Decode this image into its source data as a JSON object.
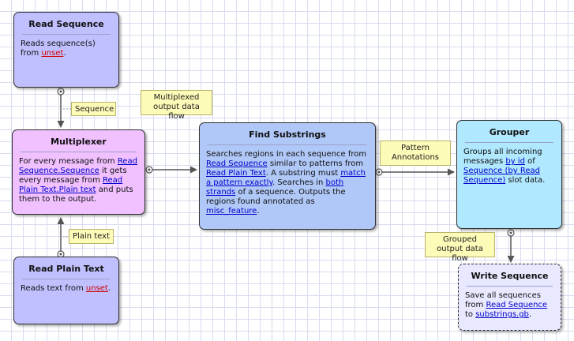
{
  "nodes": {
    "read_sequence": {
      "title": "Read Sequence",
      "desc_prefix": "Reads sequence(s) from ",
      "link": "unset",
      "desc_suffix": "."
    },
    "multiplexer": {
      "title": "Multiplexer",
      "t1": "For every message from ",
      "l1": "Read Sequence.Sequence",
      "t2": " it gets every message from ",
      "l2": "Read Plain Text.Plain text",
      "t3": " and puts them to the output."
    },
    "read_plain_text": {
      "title": "Read Plain Text",
      "desc_prefix": "Reads text from ",
      "link": "unset",
      "desc_suffix": "."
    },
    "find_substrings": {
      "title": "Find Substrings",
      "t1": "Searches regions in each sequence from ",
      "l1": "Read Sequence",
      "t2": " similar to patterns from ",
      "l2": "Read Plain Text",
      "t3": ". A substring must ",
      "l3": "match a pattern exactly",
      "t4": ". Searches in ",
      "l4": "both strands",
      "t5": " of a sequence. Outputs the regions found annotated as ",
      "l5": "misc_feature",
      "t6": "."
    },
    "grouper": {
      "title": "Grouper",
      "t1": "Groups all incoming messages ",
      "l1": "by id",
      "t2": " of ",
      "l2": "Sequence (by Read Sequence)",
      "t3": " slot data."
    },
    "write_sequence": {
      "title": "Write Sequence",
      "t1": "Save all sequences from ",
      "l1": "Read Sequence",
      "t2": " to ",
      "l2": "substrings.gb",
      "t3": "."
    }
  },
  "notes": {
    "sequence": "Sequence",
    "multiplexed": "Multiplexed output data flow",
    "plain_text": "Plain text",
    "pattern": "Pattern Annotations",
    "grouped": "Grouped output data flow"
  },
  "colors": {
    "read_fill": "#c0c0ff",
    "multiplexer_fill": "#f0c0ff",
    "find_fill": "#b0c8f8",
    "grouper_fill": "#b0e8ff",
    "write_fill": "#e8e8ff",
    "note_fill": "#fdfbb8"
  }
}
